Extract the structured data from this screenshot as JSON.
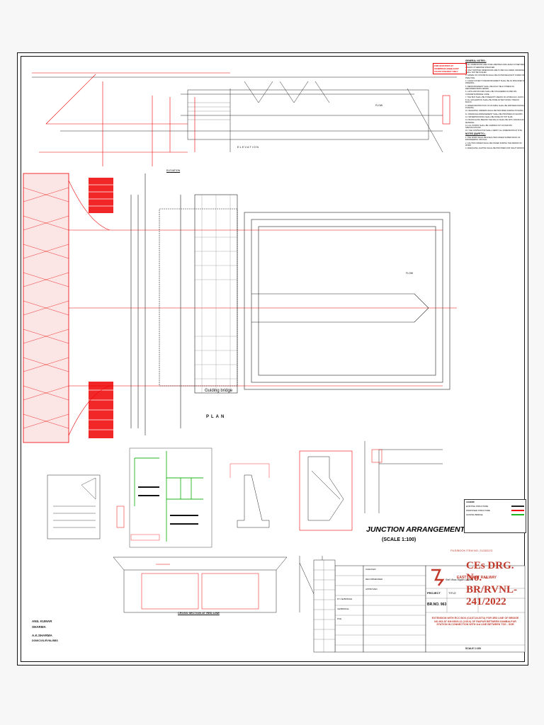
{
  "top_notice": "FOR SCRUTINY AT CE/BRIDGE (R&B) EAST COAST RAILWAY ONLY",
  "views": {
    "elevation": "ELEVATION",
    "plan": "PLAN",
    "elevation_small": "ELEVATION",
    "junction_title": "JUNCTION ARRANGEMENT AT 'A'",
    "junction_scale": "(SCALE 1:100)",
    "cross_section": "CROSS SECTION AT RED LINE",
    "flow": "FLOW",
    "guiding_bridge": "Guiding bridge"
  },
  "notes": {
    "title": "GENERAL NOTES:-",
    "items": [
      "1. ALL DIMENSIONS ARE IN MILLIMETRES AND LEVELS IN METRES UNLESS OTHERWISE SPECIFIED.",
      "2. ONLY WRITTEN DIMENSIONS ARE TO BE FOLLOWED. DRAWING SHALL NOT BE SCALED.",
      "3. GRADE OF CONCRETE SHALL BE AS PER RELEVANT CODES OF PRACTICE.",
      "4. CLEAR COVER TO REINFORCEMENT SHALL BE AS SPECIFIED IN DRAWING.",
      "5. REINFORCEMENT SHALL BE HIGH YIELD STRENGTH DEFORMED BARS FE500D.",
      "6. LAPS AND SPLICES SHALL BE STAGGERED AS PER IRS CONCRETE BRIDGE CODE.",
      "7. THE BOX SHALL BE PUSHED BY MEANS OF HYDRAULIC JACKS.",
      "8. ALL EXCAVATION SHALL BE DONE AFTER TAKING TRAFFIC BLOCK.",
      "9. SPEED RESTRICTION OF 20 KMPH SHALL BE IMPOSED DURING PUSHING.",
      "10. RELIEVING GIRDERS SHALL BE PROVIDED DURING PUSHING.",
      "11. DRAINAGE ARRANGEMENT SHALL BE PROVIDED AS SHOWN.",
      "12. WATERPROOFING SHALL BE DONE ON TOP SLAB.",
      "13. BACKFILLING BEHIND THE WALLS SHALL BE WITH GRANULAR MATERIAL.",
      "14. ALL WORKS SHALL BE CARRIED OUT AS PER IRS SPECIFICATIONS.",
      "15. THE CONTRACTOR SHALL VERIFY ALL DIMENSIONS AT SITE."
    ],
    "safety_title": "NOTES (SAFETY):-",
    "safety_items": [
      "1. THE WORK SHALL BE EXECUTED UNDER SUPERVISION OF ENGINEERING OFFICIAL.",
      "2. CAUTION ORDER SHALL BE ISSUED DURING THE PERIOD OF WORK.",
      "3. ADEQUATE LIGHTING SHALL BE PROVIDED FOR NIGHT WORKS."
    ]
  },
  "legend": {
    "title": "LEGEND",
    "rows": [
      "EXISTING STRUCTURE",
      "PROPOSED STRUCTURE",
      "GUIDING BRIDGE"
    ]
  },
  "drawing": {
    "file_no": "FILE/BOOK ITEM NO. 21/2022/3",
    "main": "CEs DRG. No. - BR/RVNL-241/2022",
    "railway": "EAST COAST RAILWAY",
    "company": "Rail Vikas Nigam Limited",
    "br_no": "BR.NO. 963",
    "project": "PROJECT",
    "title_label": "TITLE",
    "title": "EXTENSION WITH RCC BOX (CAST-IN-SITU) FOR 3RD LINE OF BRIDGE NO.963 AT KM 650/9-11 (1X5.0) OF RAIPUR BETWEEN SAMBALPUR STATION IN CONNECTION WITH 3rd LINE BETWEEN TSG - SGR",
    "scale": "SCALE 1:100"
  },
  "signatures": [
    "ANIL KUMAR",
    "SHARMA",
    "A.K.SHARMA",
    "DGM/CIVIL/RVNL/BBS"
  ],
  "approvals": [
    "CHECKED",
    "RECOMMENDED",
    "APPROVED",
    "DY.CE/BRIDGE",
    "CE/BRIDGE",
    "PCE"
  ]
}
